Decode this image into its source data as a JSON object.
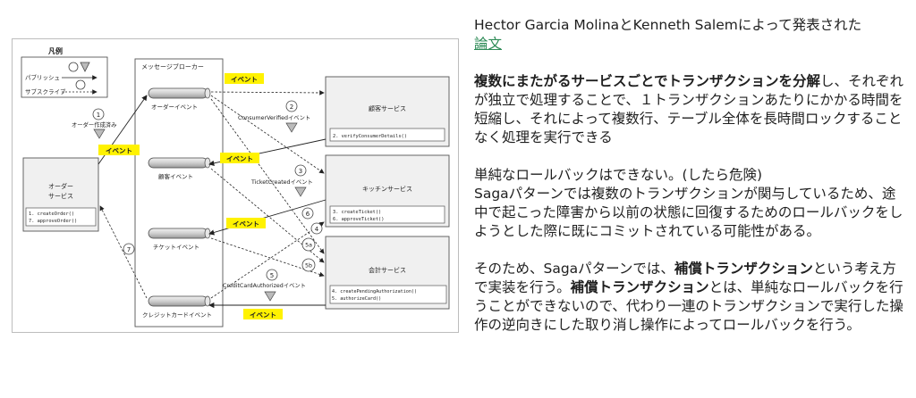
{
  "diagram": {
    "legend": {
      "title": "凡例",
      "publish": "パブリッシュ",
      "subscribe": "サブスクライブ"
    },
    "broker_title": "メッセージブローカー",
    "channels": [
      "オーダーイベント",
      "顧客イベント",
      "チケットイベント",
      "クレジットカードイベント"
    ],
    "event_tag": "イベント",
    "services": {
      "order": {
        "name_line1": "オーダー",
        "name_line2": "サービス",
        "methods": [
          "1. createOrder()",
          "7. approveOrder()"
        ]
      },
      "customer": {
        "name": "顧客サービス",
        "methods": [
          "2. verifyConsumerDetails()"
        ]
      },
      "kitchen": {
        "name": "キッチンサービス",
        "methods": [
          "3. createTicket()",
          "6. approveTicket()"
        ]
      },
      "accounting": {
        "name": "会計サービス",
        "methods": [
          "4. createPendingAuthorization()",
          "5. authorizeCard()"
        ]
      }
    },
    "steps": {
      "s1": "1",
      "s1_label": "オーダー作成済み",
      "s2": "2",
      "s2_label": "ConsumerVerifiedイベント",
      "s3": "3",
      "s3_label": "TicketCreatedイベント",
      "s4": "4",
      "s5a": "5a",
      "s5b": "5b",
      "s5": "5",
      "s5_label": "CreditCardAuthorizedイベント",
      "s6": "6",
      "s7": "7"
    }
  },
  "article": {
    "p1_text": "Hector Garcia MolinaとKenneth Salemによって発表された",
    "p1_link": "論文",
    "p2_bold": "複数にまたがるサービスごとでトランザクションを分解",
    "p2_rest": "し、それぞれが独立で処理することで、１トランザクションあたりにかかる時間を短縮し、それによって複数行、テーブル全体を長時間ロックすることなく処理を実行できる",
    "p3_line1": "単純なロールバックはできない。(したら危険)",
    "p3_rest": "Sagaパターンでは複数のトランザクションが関与しているため、途中で起こった障害から以前の状態に回復するためのロールバックをしようとした際に既にコミットされている可能性がある。",
    "p4_a": "そのため、Sagaパターンでは、",
    "p4_b1": "補償トランザクション",
    "p4_c": "という考え方で実装を行う。",
    "p4_b2": "補償トランザクション",
    "p4_d": "とは、単純なロールバックを行うことができないので、代わり一連のトランザクションで実行した操作の逆向きにした取り消し操作によってロールバックを行う。"
  }
}
